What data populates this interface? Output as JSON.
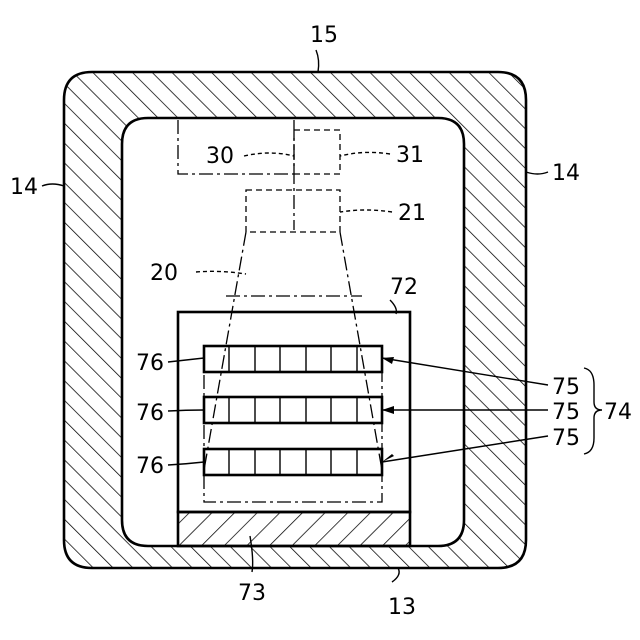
{
  "labels": {
    "housing_top": "15",
    "housing_left": "14",
    "housing_right": "14",
    "housing_bottom": "13",
    "part_30": "30",
    "part_31": "31",
    "part_21": "21",
    "part_20": "20",
    "box_72": "72",
    "base_73": "73",
    "row_76_a": "76",
    "row_76_b": "76",
    "row_76_c": "76",
    "row_75_a": "75",
    "row_75_b": "75",
    "row_75_c": "75",
    "group_74": "74"
  }
}
